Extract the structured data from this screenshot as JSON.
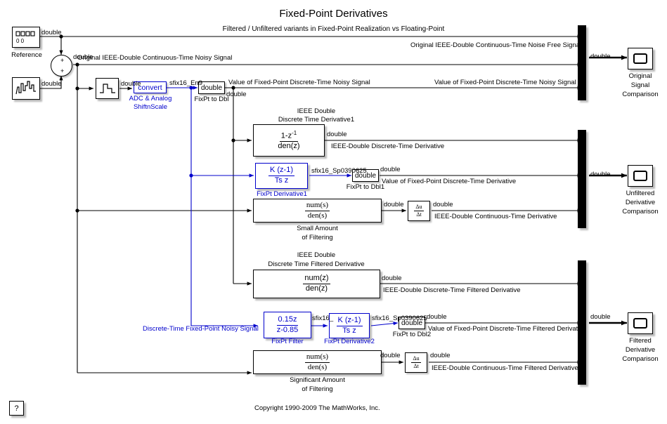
{
  "header": {
    "title": "Fixed-Point Derivatives",
    "subtitle": "Filtered / Unfiltered variants in Fixed-Point Realization vs Floating-Point",
    "copyright": "Copyright 1990-2009 The MathWorks, Inc.",
    "help_label": "?"
  },
  "blocks": {
    "reference": {
      "name": "Reference",
      "icon": "repeating-sequence-icon"
    },
    "noise": {
      "name": "",
      "icon": "band-limited-white-noise-icon"
    },
    "sum": {
      "sign_top": "+",
      "sign_bottom": "+"
    },
    "zoh": {
      "name": "",
      "icon": "zero-order-hold-icon"
    },
    "adc": {
      "text": "convert",
      "name_line1": "ADC & Analog",
      "name_line2": "ShiftnScale"
    },
    "fixpt_to_dbl": {
      "text": "double",
      "name": "FixPt to Dbl"
    },
    "fixpt_to_dbl1": {
      "text": "double",
      "name": "FixPt to Dbl1"
    },
    "fixpt_to_dbl2": {
      "text": "double",
      "name": "FixPt to Dbl2"
    },
    "discrete_deriv1": {
      "num": "1-z",
      "num_sup": "-1",
      "den": "den(z)",
      "name_line1": "IEEE Double",
      "name_line2": "Discrete Time Derivative1"
    },
    "fixpt_deriv1": {
      "num": "K (z-1)",
      "den": "Ts z",
      "name": "FixPt Derivative1"
    },
    "small_filter": {
      "num": "num(s)",
      "den": "den(s)",
      "name_line1": "Small Amount",
      "name_line2": "of Filtering"
    },
    "deriv_u_t": {
      "num": "Δu",
      "den": "Δt"
    },
    "deriv_u_t1": {
      "num": "Δu",
      "den": "Δt"
    },
    "discrete_filt_deriv": {
      "num": "num(z)",
      "den": "den(z)",
      "name_line1": "IEEE Double",
      "name_line2": "Discrete Time Filtered Derivative"
    },
    "fixpt_filter": {
      "num": "0.15z",
      "den": "z-0.85",
      "name": "FixPt Filter"
    },
    "fixpt_deriv2": {
      "num": "K (z-1)",
      "den": "Ts z",
      "name": "FixPt Derivative2"
    },
    "sig_filter": {
      "num": "num(s)",
      "den": "den(s)",
      "name_line1": "Significant Amount",
      "name_line2": "of Filtering"
    },
    "scope_original": {
      "name_line1": "Original",
      "name_line2": "Signal",
      "name_line3": "Comparison"
    },
    "scope_unfiltered": {
      "name_line1": "Unfiltered",
      "name_line2": "Derivative",
      "name_line3": "Comparison"
    },
    "scope_filtered": {
      "name_line1": "Filtered",
      "name_line2": "Derivative",
      "name_line3": "Comparison"
    }
  },
  "signal_labels": {
    "ref_double": "double",
    "noise_double": "double",
    "sum_double": "double",
    "sum_original": "Original IEEE-Double Continuous-Time Noisy Signal",
    "top_noise_free": "Original IEEE-Double Continuous-Time Noise Free Signal",
    "zoh_double": "double",
    "adc_sfix": "sfix16_En9",
    "fixpt_dbl_double": "double",
    "fixpt_value_noisy_left": "Value of Fixed-Point Discrete-Time Noisy Signal",
    "fixpt_value_noisy_right": "Value of Fixed-Point Discrete-Time Noisy Signal",
    "dd1_double": "double",
    "dd1_name": "IEEE-Double Discrete-Time Derivative",
    "fd1_sfix": "sfix16_Sp0390625",
    "fd1_double": "double",
    "fd1_name": "Value of Fixed-Point Discrete-Time Derivative",
    "sf_double": "double",
    "du1_double": "double",
    "du1_name": "IEEE-Double Continuous-Time Derivative",
    "dfd_double": "double",
    "dfd_name": "IEEE-Double Discrete-Time Filtered Derivative",
    "noisy_fixpt_label": "Discrete-Time Fixed-Point Noisy Signal",
    "filt_sfix_a": "sfix16_",
    "fd2_sfix": "sfix16_Sp0390625",
    "fd2_double": "double",
    "fd2_name": "Value of Fixed-Point Discrete-Time Filtered Derivative",
    "sigf_double": "double",
    "du2_double": "double",
    "du2_name": "IEEE-Double Continuous-Time Filtered Derivative",
    "mux1_double": "double",
    "mux2_double": "double",
    "mux3_double": "double"
  },
  "colors": {
    "fixed_point": "#0000cc",
    "double": "#000000",
    "background": "#ffffff"
  }
}
